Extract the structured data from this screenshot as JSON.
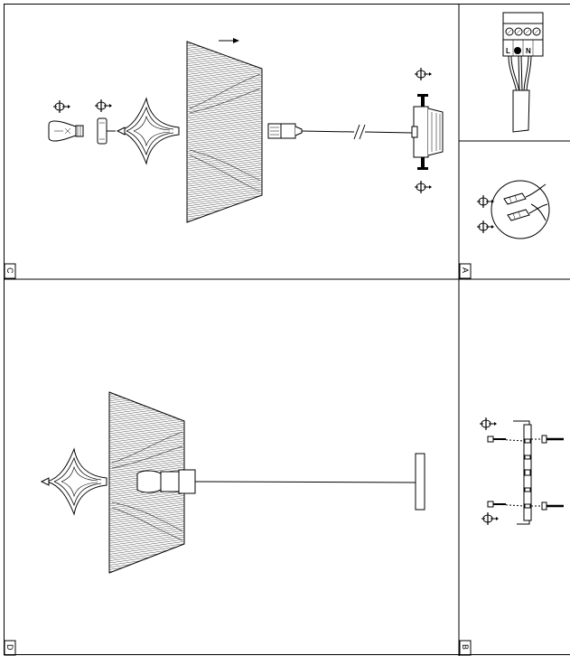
{
  "panels": {
    "a": {
      "label": "A"
    },
    "b": {
      "label": "B"
    },
    "c": {
      "label": "C"
    },
    "d": {
      "label": "D"
    }
  },
  "wiring": {
    "live": "L",
    "earth": "⏚",
    "neutral": "N"
  },
  "colors": {
    "line": "#000000",
    "paper": "#ffffff"
  }
}
